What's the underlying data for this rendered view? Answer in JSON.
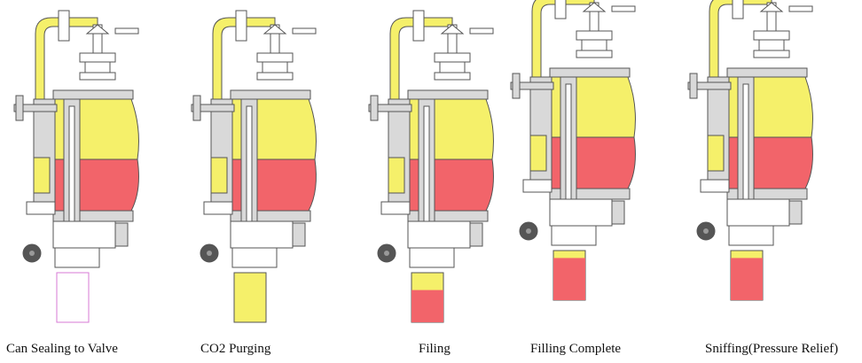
{
  "colors": {
    "gas": "#f5f06a",
    "liquid": "#f2646a",
    "metal": "#d9d9d9",
    "outline": "#555555",
    "can_outline": "#d77ad6",
    "wheel": "#555555"
  },
  "stages": [
    {
      "caption": "Can Sealing to Valve",
      "can_fill": "none",
      "can_level": 0,
      "lowered": false
    },
    {
      "caption": "CO2 Purging",
      "can_fill": "gas",
      "can_level": 0,
      "lowered": false
    },
    {
      "caption": "Filing",
      "can_fill": "gas",
      "can_level": 0.65,
      "lowered": false
    },
    {
      "caption": "Filling Complete",
      "can_fill": "gas",
      "can_level": 0.85,
      "lowered": true
    },
    {
      "caption": "Sniffing(Pressure Relief)",
      "can_fill": "gas",
      "can_level": 0.85,
      "lowered": true
    }
  ]
}
